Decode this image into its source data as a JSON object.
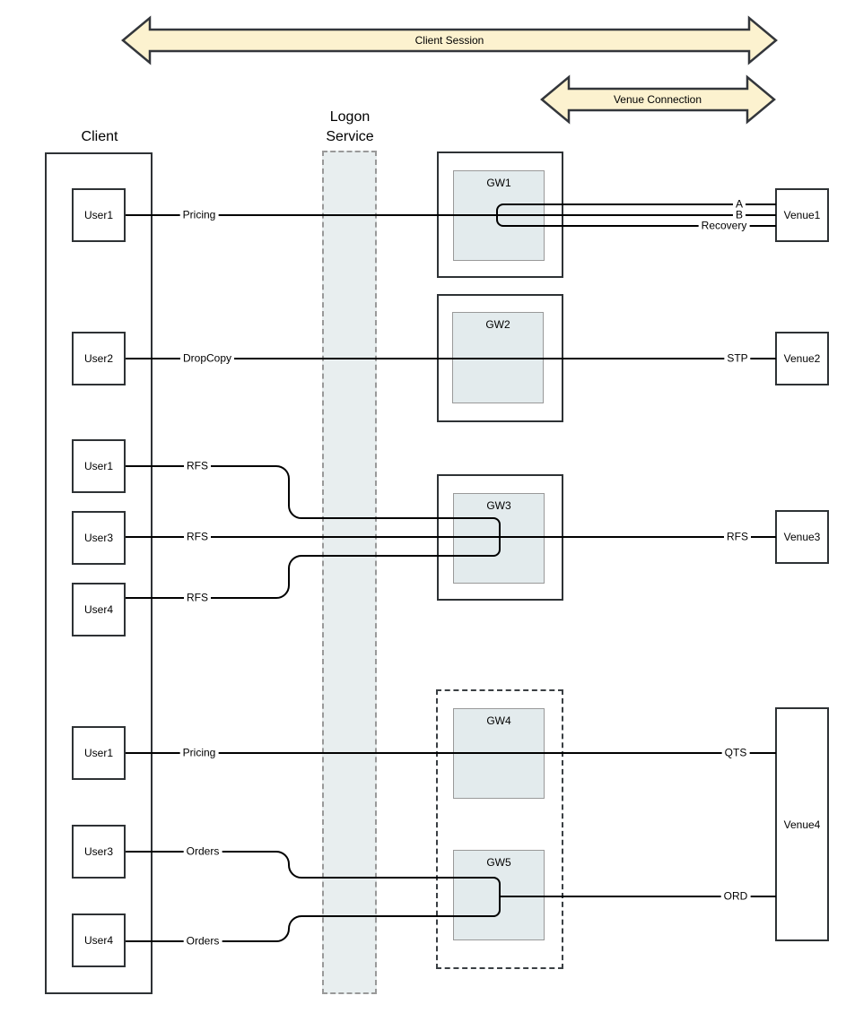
{
  "diagram": {
    "arrows": {
      "client_session": "Client Session",
      "venue_connection": "Venue Connection"
    },
    "client_group_label": "Client",
    "logon_service_label": "Logon\nService",
    "users": [
      {
        "label": "User1"
      },
      {
        "label": "User2"
      },
      {
        "label": "User1"
      },
      {
        "label": "User3"
      },
      {
        "label": "User4"
      },
      {
        "label": "User1"
      },
      {
        "label": "User3"
      },
      {
        "label": "User4"
      }
    ],
    "session_labels": [
      "Pricing",
      "DropCopy",
      "RFS",
      "RFS",
      "RFS",
      "Pricing",
      "Orders",
      "Orders"
    ],
    "venue_labels": [
      "A",
      "B",
      "Recovery",
      "STP",
      "RFS",
      "QTS",
      "ORD"
    ],
    "gateways": [
      "GW1",
      "GW2",
      "GW3",
      "GW4",
      "GW5"
    ],
    "venues": [
      "Venue1",
      "Venue2",
      "Venue3",
      "Venue4"
    ],
    "colors": {
      "arrow_fill": "#FCF2CF",
      "arrow_stroke": "#33363B",
      "band_fill": "#E8EEEF",
      "band_border": "#999999",
      "inner_box_fill": "#E3EBED",
      "inner_box_border": "#999999",
      "line_color": "#000000"
    }
  }
}
